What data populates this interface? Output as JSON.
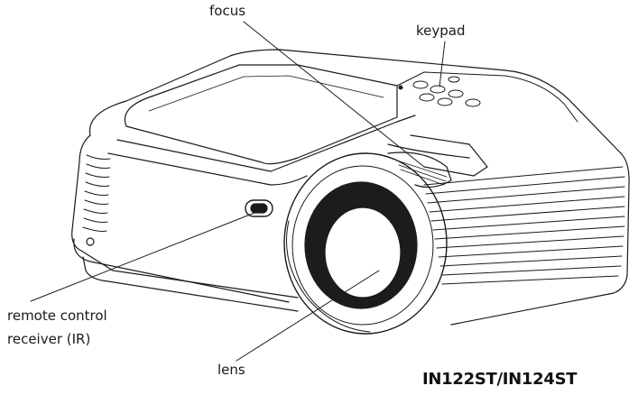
{
  "callouts": {
    "focus": "focus",
    "keypad": "keypad",
    "remote_line1": "remote control",
    "remote_line2": "receiver (IR)",
    "lens": "lens"
  },
  "model": "IN122ST/IN124ST",
  "colors": {
    "outline": "#1a1a1a",
    "lens_ring": "#1c1c1c",
    "background": "#ffffff"
  }
}
